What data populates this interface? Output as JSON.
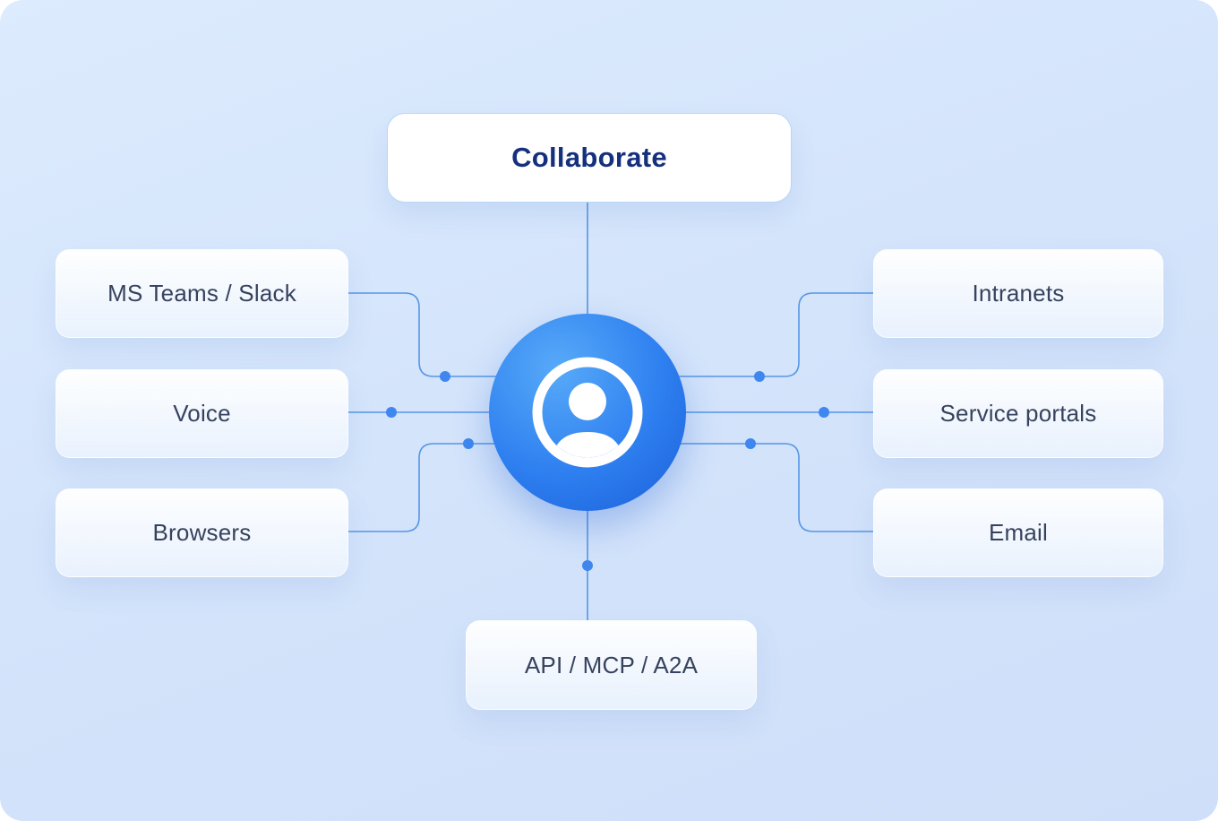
{
  "diagram": {
    "background_color": "#d7e6fb",
    "accent_color": "#2b79ee",
    "line_color": "#5596e6",
    "dot_color": "#3f87ef",
    "title_text_color": "#15317e",
    "node_text_color": "#36435e",
    "top_node": {
      "label": "Collaborate"
    },
    "left_nodes": [
      {
        "label": "MS Teams / Slack"
      },
      {
        "label": "Voice"
      },
      {
        "label": "Browsers"
      }
    ],
    "right_nodes": [
      {
        "label": "Intranets"
      },
      {
        "label": "Service portals"
      },
      {
        "label": "Email"
      }
    ],
    "bottom_node": {
      "label": "API / MCP / A2A"
    },
    "hub": {
      "icon": "user-avatar-icon"
    }
  }
}
